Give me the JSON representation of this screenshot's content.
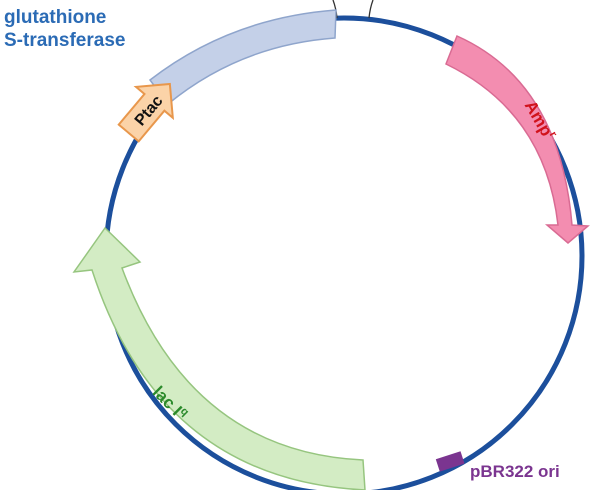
{
  "plasmid": {
    "features": {
      "gst": {
        "line1": "glutathione",
        "line2": "S-transferase"
      },
      "ptac": {
        "label": "Ptac"
      },
      "amp": {
        "label": "Amp",
        "superscript": "r"
      },
      "laciq": {
        "label": "lac I",
        "superscript": "q"
      },
      "ori": {
        "label": "pBR322 ori"
      }
    },
    "colors": {
      "backbone": "#1c4f9c",
      "gst": "#c4d0e8",
      "ptac": "#fbd3a8",
      "amp": "#f38db0",
      "laciq": "#d3ecc4",
      "ori": "#7b3590",
      "amp_text": "#d1121c",
      "laciq_text": "#2b8a2b",
      "gst_text": "#2b6bb5"
    }
  }
}
